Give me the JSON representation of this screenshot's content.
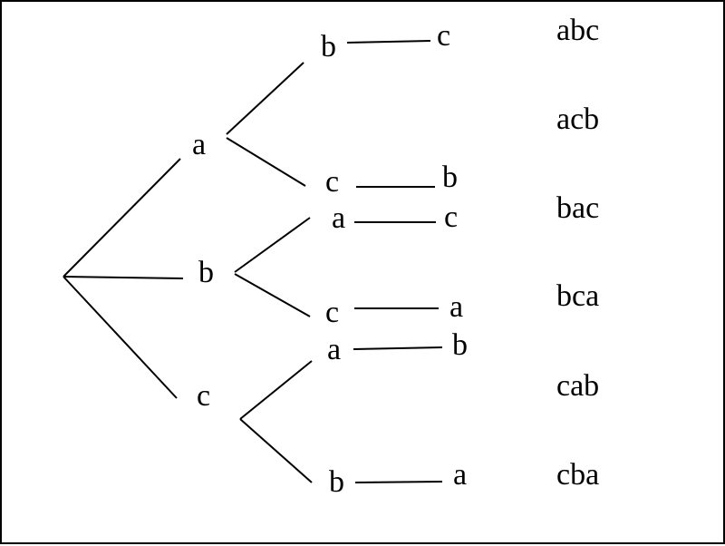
{
  "diagram": {
    "type": "permutation-tree",
    "nodes": {
      "level1": [
        "a",
        "b",
        "c"
      ],
      "level2": [
        "b",
        "c",
        "a",
        "c",
        "a",
        "b"
      ],
      "level3": [
        "c",
        "b",
        "c",
        "a",
        "b",
        "a"
      ]
    },
    "permutations": [
      "abc",
      "acb",
      "bac",
      "bca",
      "cab",
      "cba"
    ],
    "colors": {
      "ink": "#000000",
      "background": "#ffffff"
    }
  }
}
